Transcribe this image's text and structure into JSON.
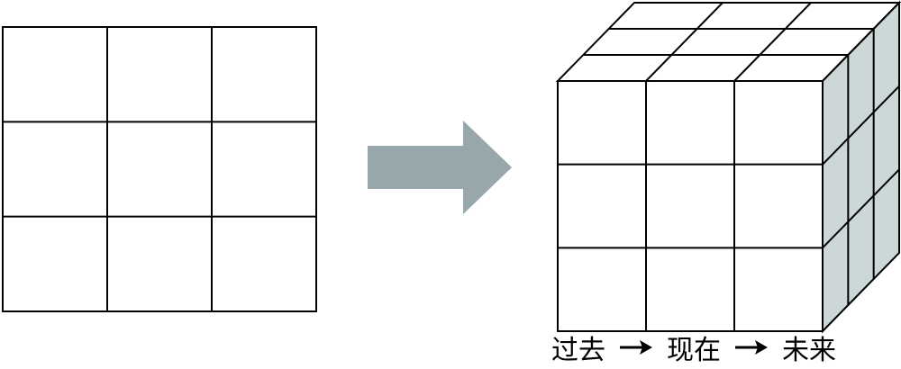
{
  "colors": {
    "line": "#000000",
    "arrow_fill": "#98a7ab",
    "side_face_fill": "#cbd8d7",
    "front_face_fill": "#ffffff"
  },
  "grid_2d": {
    "rows": 3,
    "cols": 3
  },
  "cube_3d": {
    "rows": 3,
    "cols": 3,
    "depth": 3
  },
  "connector": {
    "icon": "right-arrow-icon"
  },
  "timeline": {
    "past": "过去",
    "present": "现在",
    "future": "未来",
    "separator_icon": "right-arrow-icon"
  }
}
